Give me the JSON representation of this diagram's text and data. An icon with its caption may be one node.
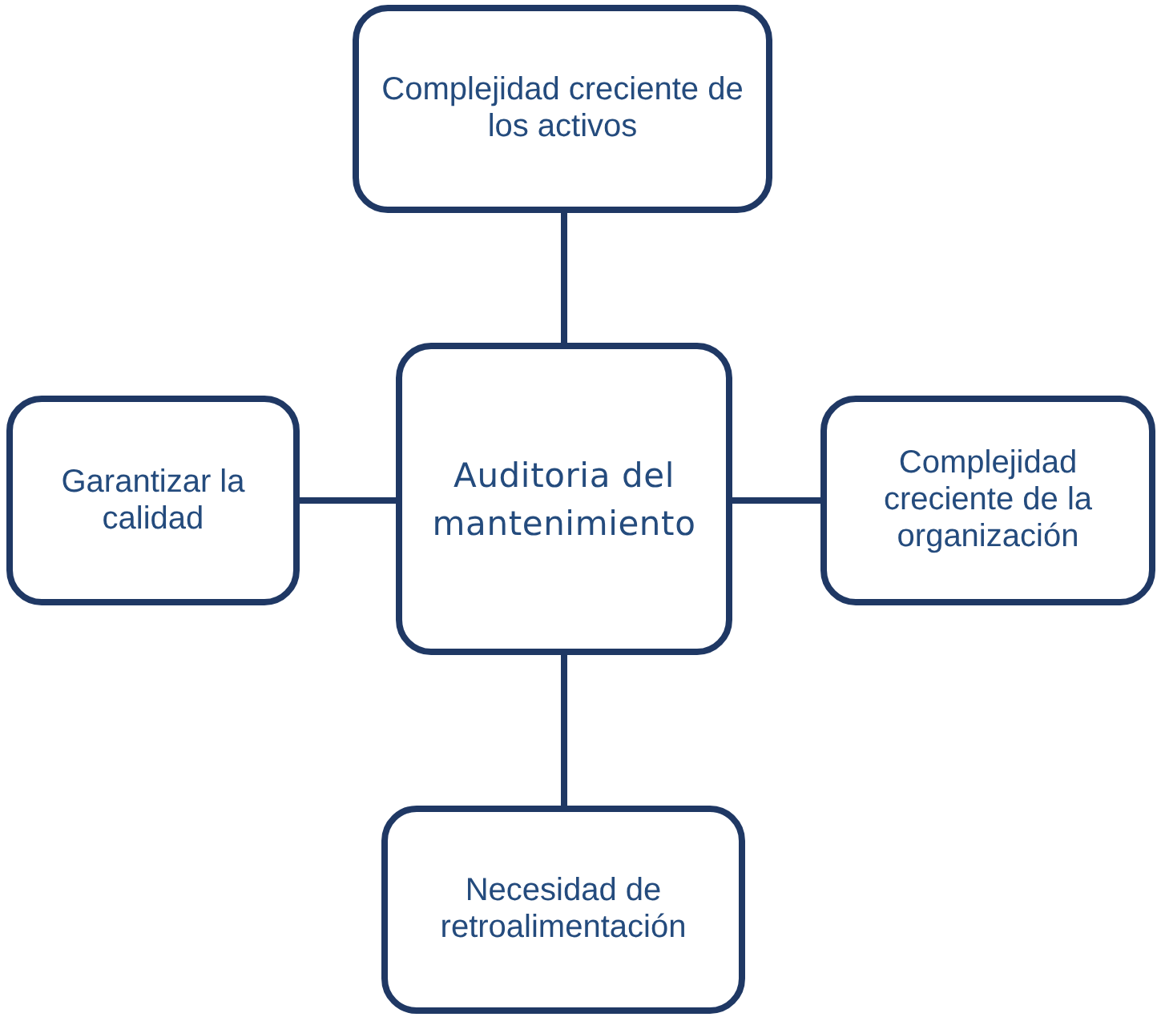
{
  "diagram": {
    "nodes": [
      {
        "text": [
          "Complejidad creciente de los activos"
        ]
      },
      {
        "text": [
          "Garantizar la calidad"
        ]
      },
      {
        "text": [
          "Auditoria del mantenimiento"
        ]
      },
      {
        "text": [
          "Complejidad creciente de la organización"
        ]
      },
      {
        "text": [
          "Necesidad de retroalimentación"
        ]
      }
    ],
    "edges": [
      {
        "from": 0,
        "to": 2,
        "arrow": "none"
      },
      {
        "from": 1,
        "to": 2,
        "arrow": "none"
      },
      {
        "from": 2,
        "to": 3,
        "arrow": "none"
      },
      {
        "from": 2,
        "to": 4,
        "arrow": "none"
      }
    ]
  }
}
